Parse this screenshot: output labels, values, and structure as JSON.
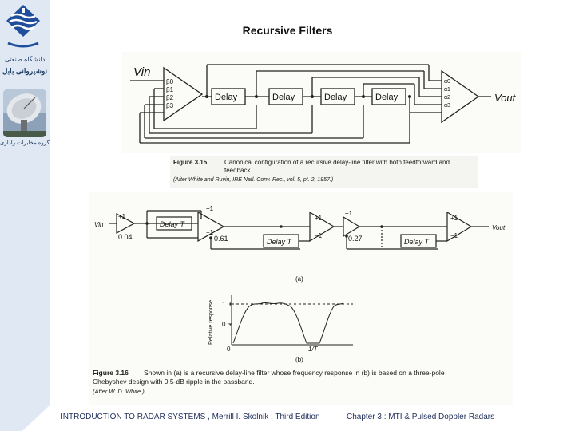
{
  "slide": {
    "title": "Recursive Filters"
  },
  "sidebar": {
    "university_name": "دانشگاه صنعتی",
    "faculty_name": "نوشیروانی بابل",
    "group_name": "گروه مخابرات راداری"
  },
  "figure_315": {
    "label_vin": "Vin",
    "beta_labels": [
      "β0",
      "β1",
      "β2",
      "β3"
    ],
    "alpha_labels": [
      "α0",
      "α1",
      "α2",
      "α3"
    ],
    "delay_label": "Delay",
    "label_vout": "Vout",
    "caption_number": "Figure 3.15",
    "caption_text": "Canonical configuration of a recursive delay-line filter with both feedforward and feedback.",
    "caption_source": "(After White and Ruvin, IRE Natl. Conv. Rec., vol. 5, pt. 2, 1957.)"
  },
  "figure_316": {
    "label_vin": "Vin",
    "label_vout": "Vout",
    "plus_one": "+1",
    "minus_one": "−1",
    "delay_label": "Delay T",
    "gain_1": "0.04",
    "gain_2": "0.61",
    "gain_3": "0.27",
    "panel_a": "(a)",
    "panel_b": "(b)",
    "ylabel": "Relative response",
    "ytick_top": "1.0",
    "ytick_mid": "0.5",
    "ytick_zero": "0",
    "xtick_zero": "0",
    "xtick_end": "1/T",
    "caption_number": "Figure 3.16",
    "caption_text": "Shown in (a) is a recursive delay-line filter whose frequency response in (b) is based on a three-pole",
    "caption_line2": "Chebyshev design with 0.5-dB ripple in the passband.",
    "caption_source": "(After W. D. White.)"
  },
  "footer": {
    "book": "INTRODUCTION TO RADAR SYSTEMS , Merrill I. Skolnik , Third Edition",
    "chapter": "Chapter 3 : MTI & Pulsed Doppler Radars"
  }
}
